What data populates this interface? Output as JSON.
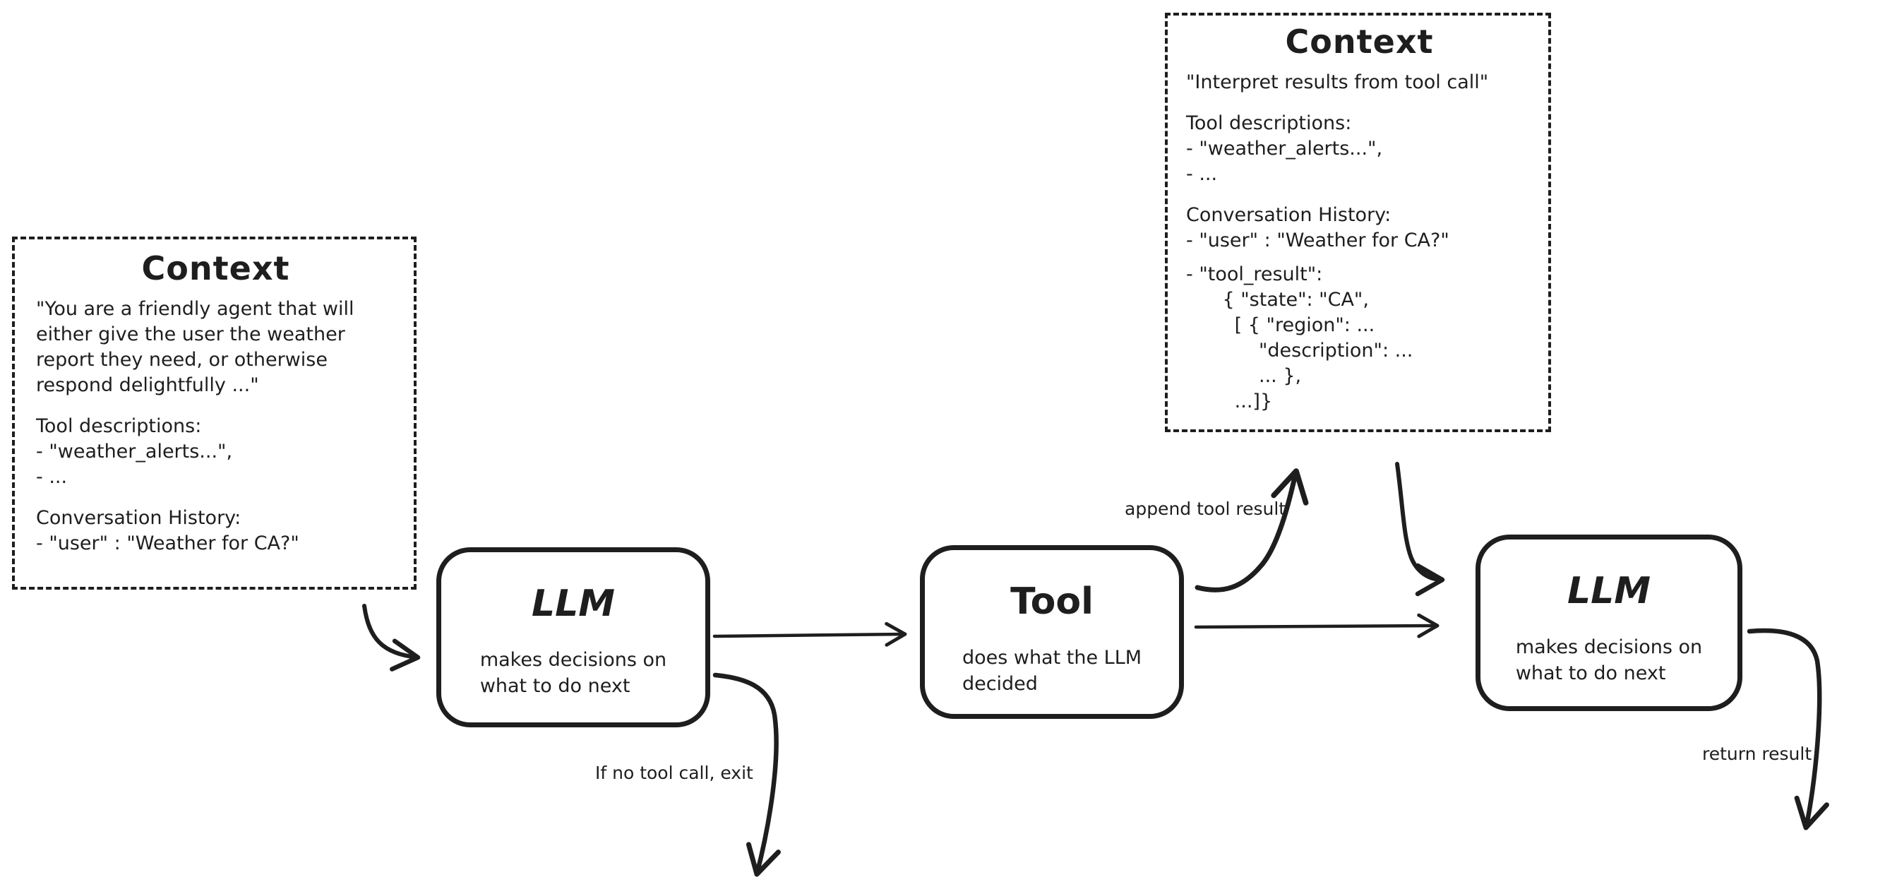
{
  "canvas": {
    "background": "#ffffff",
    "ink_color": "#1e1e1e"
  },
  "left_context": {
    "title": "Context",
    "system_prompt": "\"You are a friendly agent that will\neither give the user the weather\nreport they need, or otherwise\nrespond delightfully ...\"",
    "tool_descriptions_block": "Tool descriptions:\n- \"weather_alerts...\",\n- ...",
    "history_block": "Conversation History:\n- \"user\" : \"Weather for CA?\""
  },
  "right_context": {
    "title": "Context",
    "system_prompt": "\"Interpret results from tool call\"",
    "tool_descriptions_block": "Tool descriptions:\n- \"weather_alerts...\",\n- ...",
    "history_user_block": "Conversation History:\n- \"user\" : \"Weather for CA?\"",
    "history_tool_result_block": "- \"tool_result\":\n      { \"state\": \"CA\",\n        [ { \"region\": ...\n            \"description\": ...\n            ... },\n        ...]}"
  },
  "nodes": {
    "llm1": {
      "title": "LLM",
      "subtitle": "makes decisions on\nwhat to do next"
    },
    "tool": {
      "title": "Tool",
      "subtitle": "does what the LLM\ndecided"
    },
    "llm2": {
      "title": "LLM",
      "subtitle": "makes decisions on\nwhat to do next"
    }
  },
  "edge_labels": {
    "append_tool_result": "append tool result",
    "no_tool_call_exit": "If no tool call, exit",
    "return_result": "return result"
  }
}
